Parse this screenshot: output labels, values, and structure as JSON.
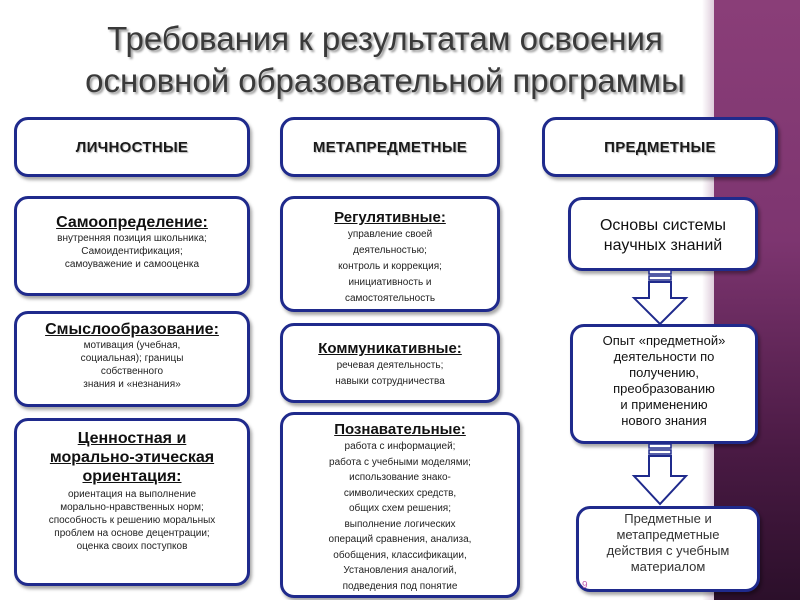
{
  "title": {
    "line1": "Требования к результатам освоения",
    "line2": "основной образовательной  программы"
  },
  "headers": {
    "personal": "ЛИЧНОСТНЫЕ",
    "meta": "МЕТАПРЕДМЕТНЫЕ",
    "subject": "ПРЕДМЕТНЫЕ"
  },
  "personal": [
    {
      "title": "Самоопределение:",
      "lines": [
        "внутренняя позиция школьника;",
        "Самоидентификация;",
        "самоуважение и самооценка"
      ]
    },
    {
      "title": "Смыслообразование:",
      "lines": [
        "мотивация (учебная,",
        "социальная); границы",
        "собственного",
        "знания и «незнания»"
      ]
    },
    {
      "title_lines": [
        "Ценностная и",
        "морально-этическая",
        "ориентация:"
      ],
      "lines": [
        "ориентация на выполнение",
        "морально-нравственных норм;",
        "способность к решению моральных",
        "проблем на основе децентрации;",
        "оценка своих поступков"
      ]
    }
  ],
  "meta": [
    {
      "title": "Регулятивные:",
      "lines": [
        "управление своей",
        "деятельностью;",
        "контроль и коррекция;",
        "инициативность и",
        "самостоятельность"
      ]
    },
    {
      "title": "Коммуникативные:",
      "lines": [
        "речевая деятельность;",
        "навыки сотрудничества"
      ]
    },
    {
      "title": "Познавательные:",
      "lines": [
        "работа с информацией;",
        "работа с учебными моделями;",
        "использование знако-",
        "символических средств,",
        "общих схем решения;",
        "выполнение логических",
        "операций сравнения, анализа,",
        "обобщения, классификации,",
        "Установления аналогий,",
        "подведения под понятие"
      ]
    }
  ],
  "subject": [
    {
      "lines": [
        "Основы системы",
        "научных знаний"
      ]
    },
    {
      "lines": [
        "Опыт «предметной»",
        "деятельности по",
        "получению,",
        "преобразованию",
        "и применению",
        "нового знания"
      ]
    },
    {
      "lines": [
        "Предметные и",
        "метапредметные",
        "действия с учебным",
        "материалом"
      ]
    }
  ],
  "page_number": "9",
  "colors": {
    "border": "#1f2a8c",
    "band": "#7d3570",
    "arrow_fill": "#ffffff"
  }
}
